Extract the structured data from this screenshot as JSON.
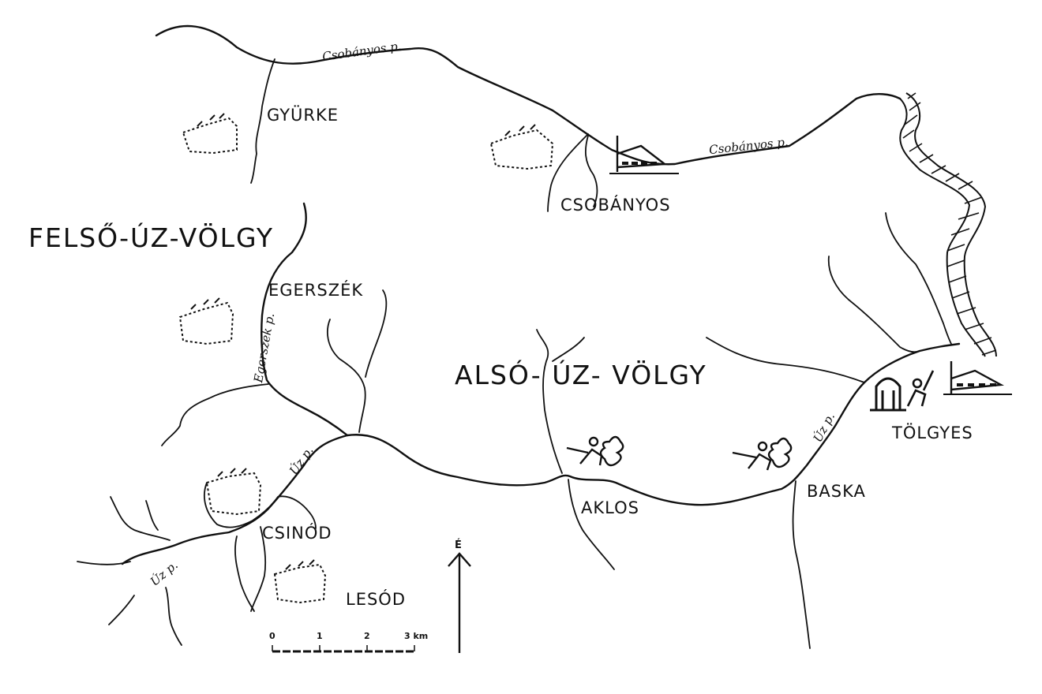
{
  "regions": {
    "upper": "FELSŐ-ÚZ-VÖLGY",
    "lower": "ALSÓ- ÚZ- VÖLGY"
  },
  "places": {
    "gyurke": "GYÜRKE",
    "csobanyos": "CSOBÁNYOS",
    "egerszek": "EGERSZÉK",
    "tolgyes": "TÖLGYES",
    "aklos": "AKLOS",
    "baska": "BASKA",
    "csinod": "CSINÓD",
    "lesod": "LESÓD"
  },
  "rivers": {
    "csobanyos_west": "Csobányos p.",
    "csobanyos_east": "Csobányos p.",
    "egerszek": "Egerszék p.",
    "uz_middle": "Úz p.",
    "uz_east": "Úz p.",
    "uz_west": "Úz p."
  },
  "scale": {
    "ticks": [
      "0",
      "1",
      "2",
      "3 km"
    ]
  },
  "north_label": "É",
  "colors": {
    "ink": "#111111",
    "paper": "#ffffff"
  }
}
